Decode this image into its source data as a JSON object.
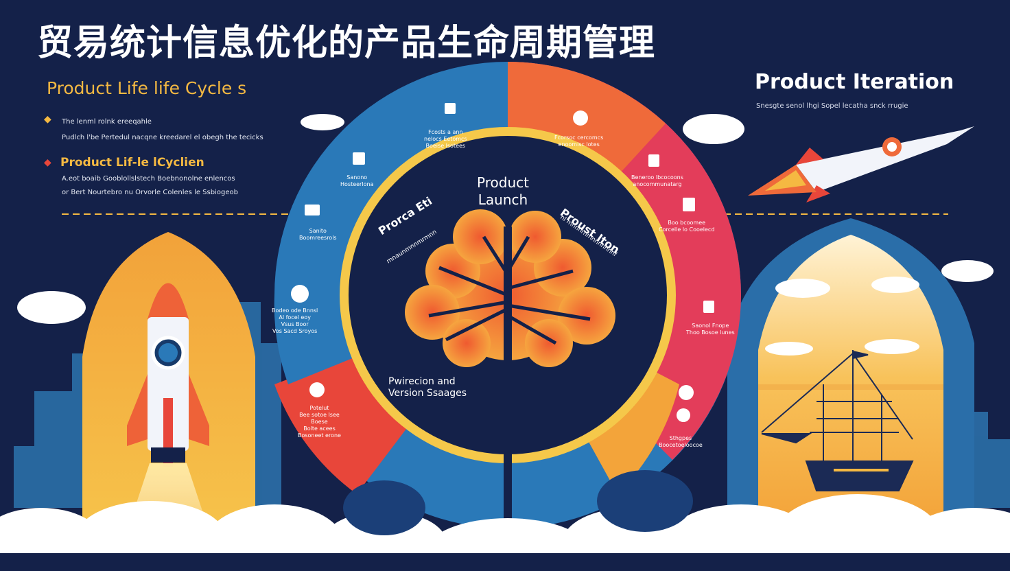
{
  "header": {
    "title": "贸易统计信息优化的产品生命周期管理"
  },
  "left_panel": {
    "title": "Product Life life Cycle s",
    "line1": "The lenml rolnk ereeqahle",
    "line2": "Pudlch l'be Pertedul nacqne kreedarel el obegh the tecicks",
    "subtitle": "Product Lif-le lCyclien",
    "line3": "A.eot boaib Gooblollslstech Boebnonolne enlencos",
    "line4": "or Bert Nourtebro nu Orvorle Colenles le Ssbiogeob"
  },
  "right_panel": {
    "title": "Product Iteration",
    "subtitle": "Snesgte senol lhgi Sopel lecatha snck rrugie"
  },
  "wheel": {
    "center_label": "Product\nLaunch",
    "left_arc_title": "Prorca Eti",
    "left_arc_sub": "mnaunmnnmrmnn",
    "right_arc_title": "Proust Iton",
    "right_arc_sub": "nl mnnnrnmnnnnnnnf",
    "bottom_label": "Pwirecion and\nVersion Ssaages",
    "segments": [
      {
        "text": "Fcosts a ann\nnelocs Eetomcs\nBoeise lsotees",
        "icon": "building-icon"
      },
      {
        "text": "Fcorsoc cercomcs\nenoomisc lotes",
        "icon": "minus-icon"
      },
      {
        "text": "Sanono\nHosteerlona",
        "icon": "building-icon"
      },
      {
        "text": "Beneroo lbcocoons\nanocommunatarg",
        "icon": "building-icon"
      },
      {
        "text": "Sanito\nBoomreesrols",
        "icon": "building-icon"
      },
      {
        "text": "Boo bcoomee\nCorcelle lo Cooelecd",
        "icon": "building-icon"
      },
      {
        "text": "Bodeo ode Bnnsl\nAl focel eoy\nVsus Boor\nVos Sacd Sroyos",
        "icon": "minus-icon"
      },
      {
        "text": "Saonol Fnope\nThoo Bosoe lunes",
        "icon": "building-icon"
      },
      {
        "text": "Potelut\nBee sotoe lsee\nBoese\nBolte acees\nBosoneet erone",
        "icon": "gear-icon"
      },
      {
        "text": "Sthgpes\nBoocetoeloocoe",
        "icon": "gear-icon"
      }
    ]
  },
  "colors": {
    "background": "#142149",
    "accent_yellow": "#f5b942",
    "accent_orange": "#ef6a3a",
    "accent_red": "#e33d5a",
    "accent_blue": "#2a79b8"
  }
}
